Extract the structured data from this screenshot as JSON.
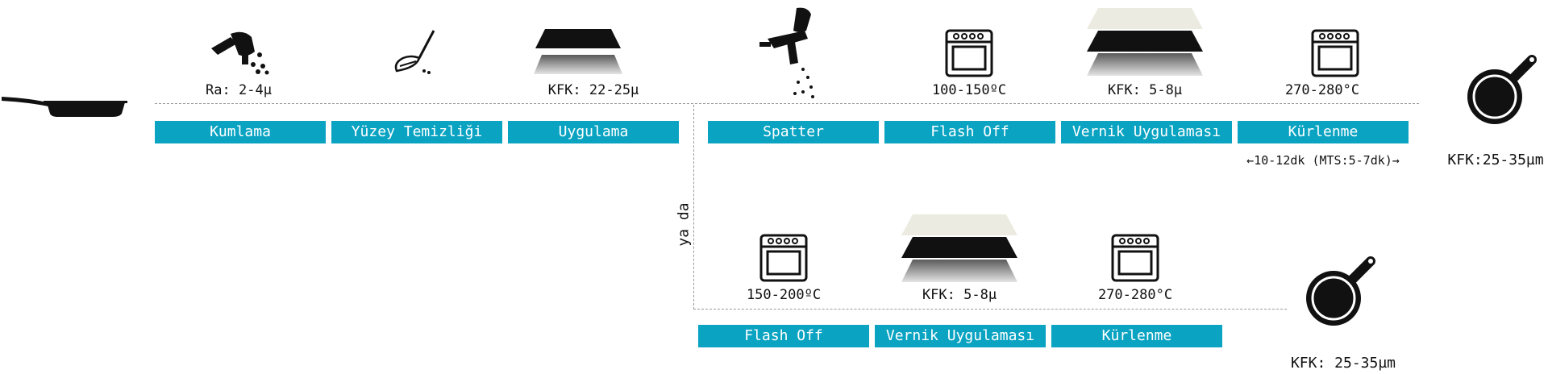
{
  "top_row": {
    "steps": [
      "Kumlama",
      "Yüzey Temizliği",
      "Uygulama",
      "Spatter",
      "Flash Off",
      "Vernik Uygulaması",
      "Kürlenme"
    ],
    "captions": [
      "Ra: 2-4µ",
      "KFK: 22-25µ",
      "100-150ºC",
      "KFK: 5-8µ",
      "270-280°C"
    ],
    "cure_time": "←10-12dk (MTS:5-7dk)→",
    "result": "KFK:25-35µm"
  },
  "or_label": "ya da",
  "bottom_row": {
    "steps": [
      "Flash Off",
      "Vernik Uygulaması",
      "Kürlenme"
    ],
    "captions": [
      "150-200ºC",
      "KFK: 5-8µ",
      "270-280°C"
    ],
    "result": "KFK: 25-35µm"
  },
  "colors": {
    "step_bg": "#0aa3c2",
    "step_text": "#ffffff",
    "varnish_layer": "#ecebe1"
  },
  "icons": [
    "pan-icon",
    "sandblast-icon",
    "broom-icon",
    "layers-icon",
    "spray-gun-icon",
    "oven-icon",
    "coated-pan-icon"
  ]
}
